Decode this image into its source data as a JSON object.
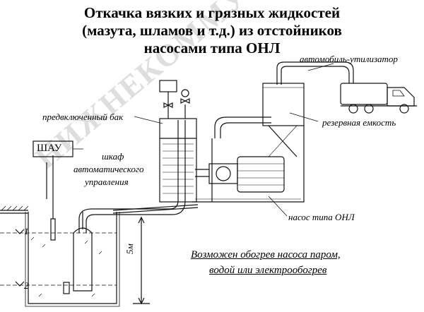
{
  "title": {
    "line1": "Откачка вязких и грязных жидкостей",
    "line2": "(мазута, шламов и т.д.) из отстойников",
    "line3": "насосами типа ОНЛ"
  },
  "labels": {
    "truck": "автомобиль-утилизатор",
    "prebak": "предвключенный бак",
    "shau_box": "ШАУ",
    "cabinet_line1": "шкаф",
    "cabinet_line2": "автоматического",
    "cabinet_line3": "управления",
    "reserve": "резервная емкость",
    "pump": "насос типа ОНЛ",
    "level1": "1",
    "level2": "2",
    "depth": "5м"
  },
  "note": {
    "line1": "Возможен обогрев насоса паром,",
    "line2": "водой или электрообогрев"
  },
  "watermark": "НИЖНЕКОММУНИЗМЕНЕНИЯ"
}
